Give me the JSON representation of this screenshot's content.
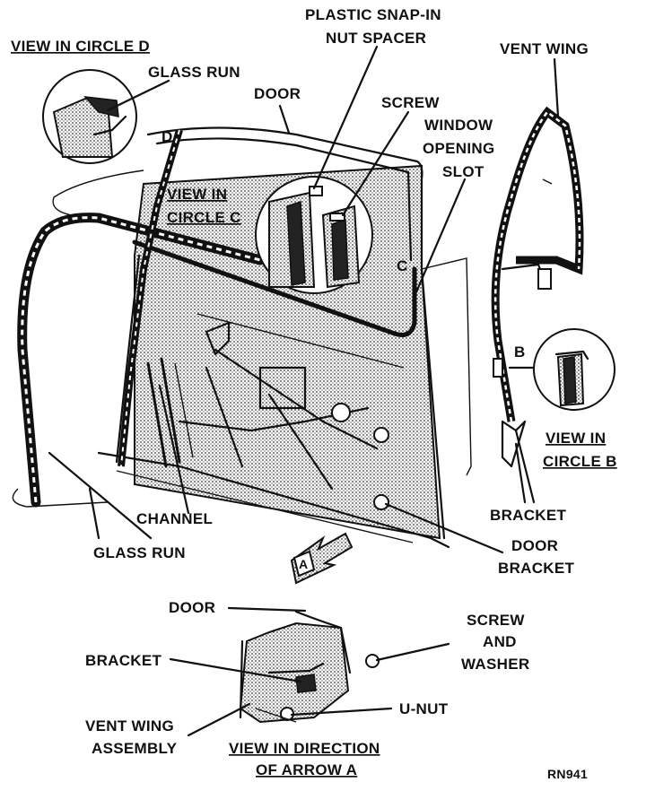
{
  "labels": {
    "view_in_circle_d": "VIEW IN CIRCLE D",
    "glass_run_top": "GLASS RUN",
    "door_top": "DOOR",
    "plastic_snap_in_line1": "PLASTIC SNAP-IN",
    "plastic_snap_in_line2": "NUT SPACER",
    "screw_top": "SCREW",
    "window_opening_line1": "WINDOW",
    "window_opening_line2": "OPENING",
    "window_opening_line3": "SLOT",
    "vent_wing": "VENT WING",
    "view_in_circle_c_line1": "VIEW IN",
    "view_in_circle_c_line2": "CIRCLE C",
    "view_in_circle_b_line1": "VIEW IN",
    "view_in_circle_b_line2": "CIRCLE B",
    "bracket_right": "BRACKET",
    "door_bracket_line1": "DOOR",
    "door_bracket_line2": "BRACKET",
    "channel": "CHANNEL",
    "glass_run_bottom": "GLASS RUN",
    "door_bottom": "DOOR",
    "screw_and_washer_line1": "SCREW",
    "screw_and_washer_line2": "AND",
    "screw_and_washer_line3": "WASHER",
    "bracket_bottom": "BRACKET",
    "u_nut": "U-NUT",
    "vent_wing_assembly_line1": "VENT WING",
    "vent_wing_assembly_line2": "ASSEMBLY",
    "view_in_direction_line1": "VIEW IN DIRECTION",
    "view_in_direction_line2": "OF ARROW A",
    "figure_code": "RN941"
  },
  "callout_letters": {
    "d": "D",
    "c": "C",
    "b": "B",
    "a": "A"
  }
}
